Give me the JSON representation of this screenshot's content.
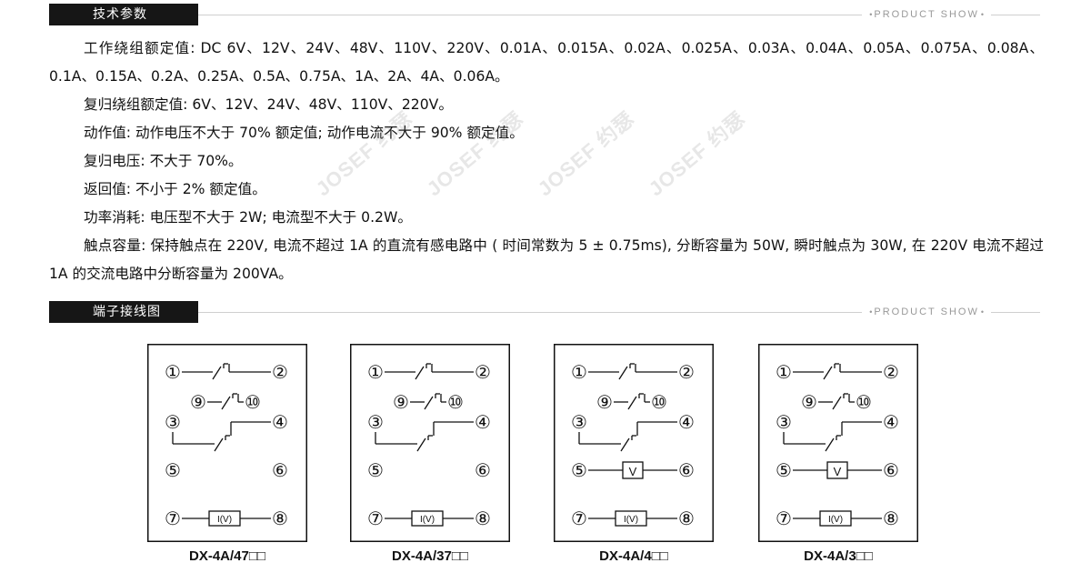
{
  "sections": {
    "params": {
      "title": "技术参数",
      "tag": "PRODUCT SHOW"
    },
    "terminals": {
      "title": "端子接线图",
      "tag": "PRODUCT SHOW"
    }
  },
  "params": [
    "工作绕组额定值: DC 6V、12V、24V、48V、110V、220V、0.01A、0.015A、0.02A、0.025A、0.03A、0.04A、0.05A、0.075A、0.08A、0.1A、0.15A、0.2A、0.25A、0.5A、0.75A、1A、2A、4A、0.06A。",
    "复归绕组额定值: 6V、12V、24V、48V、110V、220V。",
    "动作值: 动作电压不大于 70% 额定值; 动作电流不大于 90% 额定值。",
    "复归电压: 不大于 70%。",
    "返回值: 不小于 2% 额定值。",
    "功率消耗: 电压型不大于 2W; 电流型不大于 0.2W。",
    "触点容量: 保持触点在 220V, 电流不超过 1A 的直流有感电路中 ( 时间常数为 5 ± 0.75ms), 分断容量为 50W, 瞬时触点为 30W, 在 220V 电流不超过 1A 的交流电路中分断容量为 200VA。"
  ],
  "watermark": "JOSEF 约瑟",
  "terminal_numbers": [
    "①",
    "②",
    "⑨",
    "⑩",
    "③",
    "④",
    "⑤",
    "⑥",
    "⑦",
    "⑧"
  ],
  "diagrams": [
    {
      "model": "DX-4A/47□□",
      "has_v": false,
      "v_label": "",
      "coil_label": "I(V)"
    },
    {
      "model": "DX-4A/37□□",
      "has_v": false,
      "v_label": "",
      "coil_label": "I(V)"
    },
    {
      "model": "DX-4A/4□□",
      "has_v": true,
      "v_label": "V",
      "coil_label": "I(V)"
    },
    {
      "model": "DX-4A/3□□",
      "has_v": true,
      "v_label": "V",
      "coil_label": "I(V)"
    }
  ]
}
